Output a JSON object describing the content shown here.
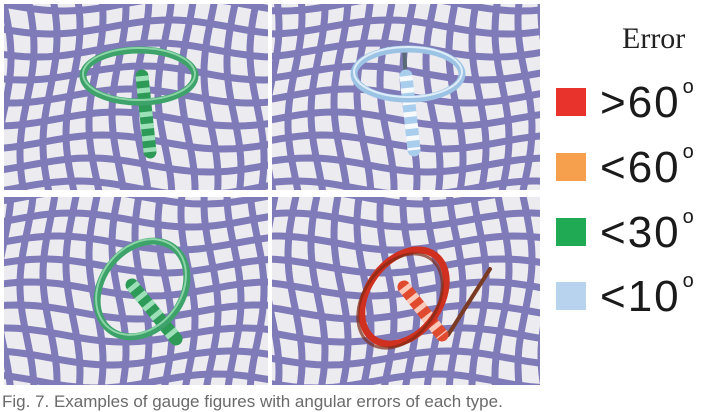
{
  "legend": {
    "title": "Error",
    "items": [
      {
        "op": ">60",
        "deg": "o",
        "color": "#e8332c"
      },
      {
        "op": "<60",
        "deg": "o",
        "color": "#f6a04e"
      },
      {
        "op": "<30",
        "deg": "o",
        "color": "#1faa53"
      },
      {
        "op": "<10",
        "deg": "o",
        "color": "#b7d3ee"
      }
    ]
  },
  "panels": [
    {
      "id": "top-left",
      "error_level": "<30",
      "ring": "#3ea36a",
      "ring_hi": "#9fe0b8",
      "stem": "#2e9a58",
      "stem_hi": "#a9e8c2"
    },
    {
      "id": "top-right",
      "error_level": "<10",
      "ring": "#9cc3e4",
      "ring_hi": "#e6f2fb",
      "stem": "#a9cdec",
      "stem_hi": "#ffffff"
    },
    {
      "id": "bottom-left",
      "error_level": "<30",
      "ring": "#3ea36a",
      "ring_hi": "#9fe0b8",
      "stem": "#2e9a58",
      "stem_hi": "#a9e8c2"
    },
    {
      "id": "bottom-right",
      "error_level": ">60",
      "ring": "#d03020",
      "ring_hi": "#7a2b14",
      "stem": "#e04a2e",
      "stem_hi": "#ffd6c8",
      "reference": "#7a3b24"
    }
  ],
  "grid_color": "#7f7ab8",
  "caption": "Fig. 7. Examples of gauge figures with angular errors of each type."
}
